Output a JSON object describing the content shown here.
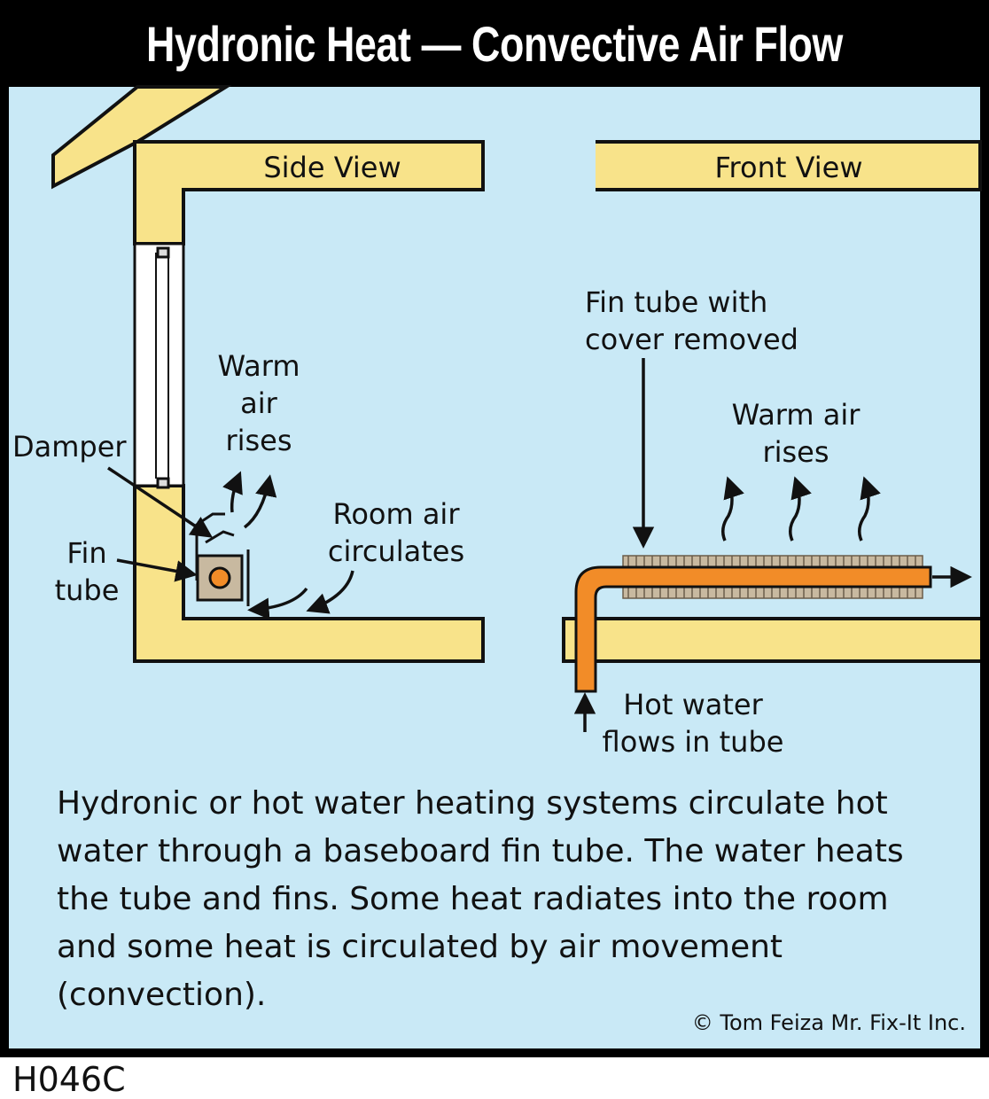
{
  "title": "Hydronic Heat — Convective Air Flow",
  "side_view": {
    "heading": "Side View",
    "labels": {
      "warm_air": "Warm\nair\nrises",
      "damper": "Damper",
      "fin_tube": "Fin\ntube",
      "room_air": "Room air\ncirculates"
    }
  },
  "front_view": {
    "heading": "Front View",
    "labels": {
      "fin_tube_cover": "Fin tube with\ncover removed",
      "warm_air": "Warm air\nrises",
      "hot_water": "Hot water\nflows in tube"
    }
  },
  "description": "Hydronic or hot water heating systems circulate hot water through a baseboard fin tube.  The water heats the tube and fins.  Some heat radiates into the room and some heat is circulated by air movement (convection).",
  "copyright": "© Tom Feiza Mr. Fix-It Inc.",
  "code": "H046C",
  "colors": {
    "background": "#c9e9f6",
    "structure": "#f8e38a",
    "pipe": "#f28c28",
    "fins": "#c8b9a0",
    "frame": "#000000"
  }
}
